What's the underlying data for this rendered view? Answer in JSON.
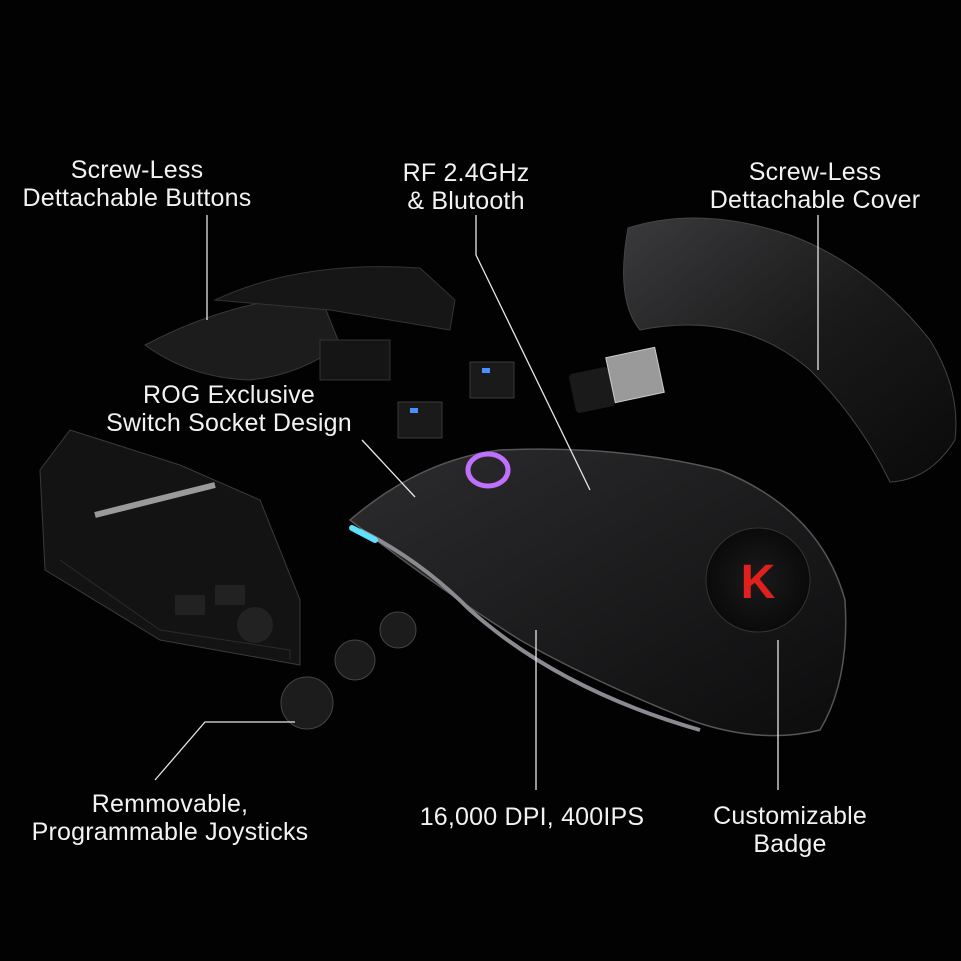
{
  "callouts": {
    "buttons": {
      "line1": "Screw-Less",
      "line2": "Dettachable Buttons"
    },
    "wireless": {
      "line1": "RF 2.4GHz",
      "line2": "& Blutooth"
    },
    "cover": {
      "line1": "Screw-Less",
      "line2": "Dettachable Cover"
    },
    "switch": {
      "line1": "ROG Exclusive",
      "line2": "Switch Socket Design"
    },
    "joysticks": {
      "line1": "Remmovable,",
      "line2": "Programmable Joysticks"
    },
    "dpi": {
      "line1": "16,000 DPI, 400IPS"
    },
    "badge": {
      "line1": "Customizable",
      "line2": "Badge"
    }
  },
  "colors": {
    "background": "#020202",
    "text": "#f2f2f2",
    "badge_accent": "#e0201c",
    "led_cyan": "#5fe0ff",
    "led_purple": "#c070ff"
  }
}
